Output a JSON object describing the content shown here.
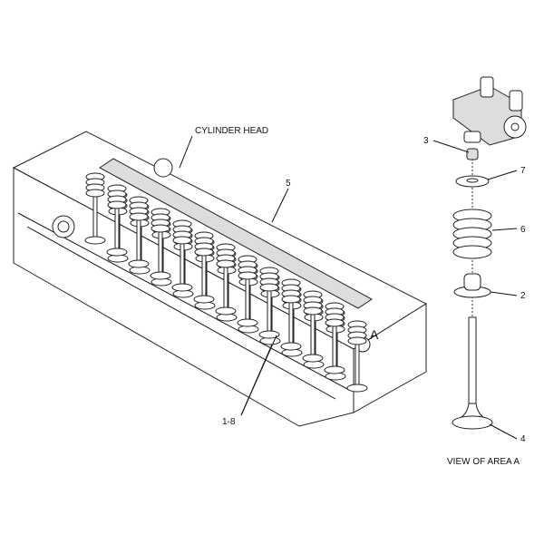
{
  "diagram": {
    "labels": {
      "cylinder_head": "CYLINDER HEAD",
      "item_5": "5",
      "item_1_8": "1-8",
      "area_a": "A",
      "item_3": "3",
      "item_7": "7",
      "item_6": "6",
      "item_2": "2",
      "item_4": "4",
      "view_caption": "VIEW OF AREA A"
    }
  }
}
